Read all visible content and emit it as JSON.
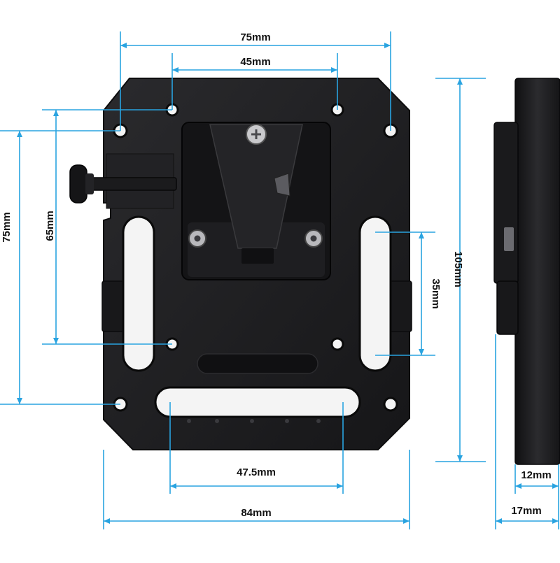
{
  "colors": {
    "dimension_line": "#29a3e0",
    "plate_body": "#1c1c1e",
    "plate_edge": "#0d0d0e",
    "plate_highlight": "#2e2e31",
    "mount_body": "#141416",
    "hole_fill": "#f4f4f4",
    "label_text": "#111111"
  },
  "dimensions": {
    "top_width": "75mm",
    "inner_width": "45mm",
    "left_height": "75mm",
    "inner_height": "65mm",
    "slot_height": "35mm",
    "side_height": "105mm",
    "bottom_slot_width": "47.5mm",
    "bottom_width": "84mm",
    "side_depth_small": "12mm",
    "side_depth_large": "17mm"
  }
}
